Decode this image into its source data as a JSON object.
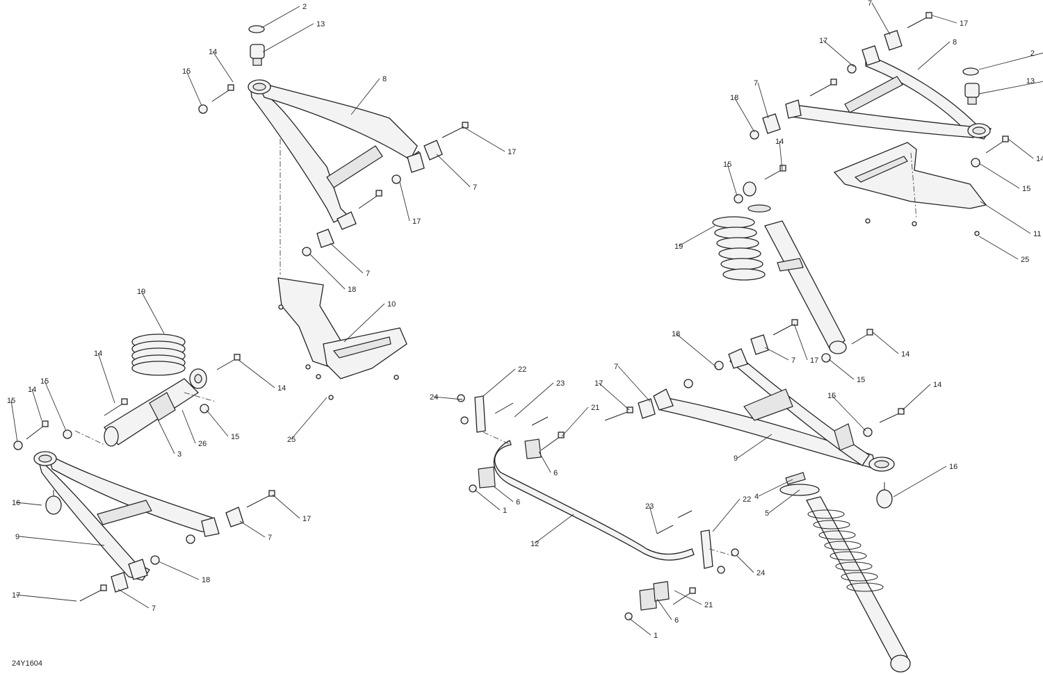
{
  "figure_code": "24Y1604",
  "callouts": [
    {
      "id": "c1",
      "label": "2"
    },
    {
      "id": "c2",
      "label": "13"
    },
    {
      "id": "c3",
      "label": "14"
    },
    {
      "id": "c4",
      "label": "15"
    },
    {
      "id": "c5",
      "label": "8"
    },
    {
      "id": "c6",
      "label": "17"
    },
    {
      "id": "c7",
      "label": "7"
    },
    {
      "id": "c8",
      "label": "17"
    },
    {
      "id": "c9",
      "label": "7"
    },
    {
      "id": "c10",
      "label": "18"
    },
    {
      "id": "c11",
      "label": "19"
    },
    {
      "id": "c12",
      "label": "10"
    },
    {
      "id": "c13",
      "label": "14"
    },
    {
      "id": "c14",
      "label": "14"
    },
    {
      "id": "c15",
      "label": "15"
    },
    {
      "id": "c16",
      "label": "14"
    },
    {
      "id": "c17",
      "label": "15"
    },
    {
      "id": "c18",
      "label": "15"
    },
    {
      "id": "c19",
      "label": "26"
    },
    {
      "id": "c20",
      "label": "3"
    },
    {
      "id": "c21",
      "label": "25"
    },
    {
      "id": "c22",
      "label": "16"
    },
    {
      "id": "c23",
      "label": "9"
    },
    {
      "id": "c24",
      "label": "17"
    },
    {
      "id": "c25",
      "label": "7"
    },
    {
      "id": "c26",
      "label": "18"
    },
    {
      "id": "c27",
      "label": "17"
    },
    {
      "id": "c28",
      "label": "7"
    },
    {
      "id": "c29",
      "label": "7"
    },
    {
      "id": "c30",
      "label": "17"
    },
    {
      "id": "c31",
      "label": "17"
    },
    {
      "id": "c32",
      "label": "8"
    },
    {
      "id": "c33",
      "label": "2"
    },
    {
      "id": "c34",
      "label": "7"
    },
    {
      "id": "c35",
      "label": "13"
    },
    {
      "id": "c36",
      "label": "18"
    },
    {
      "id": "c37",
      "label": "14"
    },
    {
      "id": "c38",
      "label": "14"
    },
    {
      "id": "c39",
      "label": "15"
    },
    {
      "id": "c40",
      "label": "15"
    },
    {
      "id": "c41",
      "label": "11"
    },
    {
      "id": "c42",
      "label": "19"
    },
    {
      "id": "c43",
      "label": "25"
    },
    {
      "id": "c44",
      "label": "18"
    },
    {
      "id": "c45",
      "label": "17"
    },
    {
      "id": "c46",
      "label": "7"
    },
    {
      "id": "c47",
      "label": "14"
    },
    {
      "id": "c48",
      "label": "15"
    },
    {
      "id": "c49",
      "label": "22"
    },
    {
      "id": "c50",
      "label": "23"
    },
    {
      "id": "c51",
      "label": "24"
    },
    {
      "id": "c52",
      "label": "21"
    },
    {
      "id": "c53",
      "label": "17"
    },
    {
      "id": "c54",
      "label": "7"
    },
    {
      "id": "c55",
      "label": "14"
    },
    {
      "id": "c56",
      "label": "15"
    },
    {
      "id": "c57",
      "label": "6"
    },
    {
      "id": "c58",
      "label": "6"
    },
    {
      "id": "c59",
      "label": "1"
    },
    {
      "id": "c60",
      "label": "9"
    },
    {
      "id": "c61",
      "label": "16"
    },
    {
      "id": "c62",
      "label": "4"
    },
    {
      "id": "c63",
      "label": "5"
    },
    {
      "id": "c64",
      "label": "12"
    },
    {
      "id": "c65",
      "label": "23"
    },
    {
      "id": "c66",
      "label": "22"
    },
    {
      "id": "c67",
      "label": "24"
    },
    {
      "id": "c68",
      "label": "21"
    },
    {
      "id": "c69",
      "label": "6"
    },
    {
      "id": "c70",
      "label": "1"
    }
  ]
}
